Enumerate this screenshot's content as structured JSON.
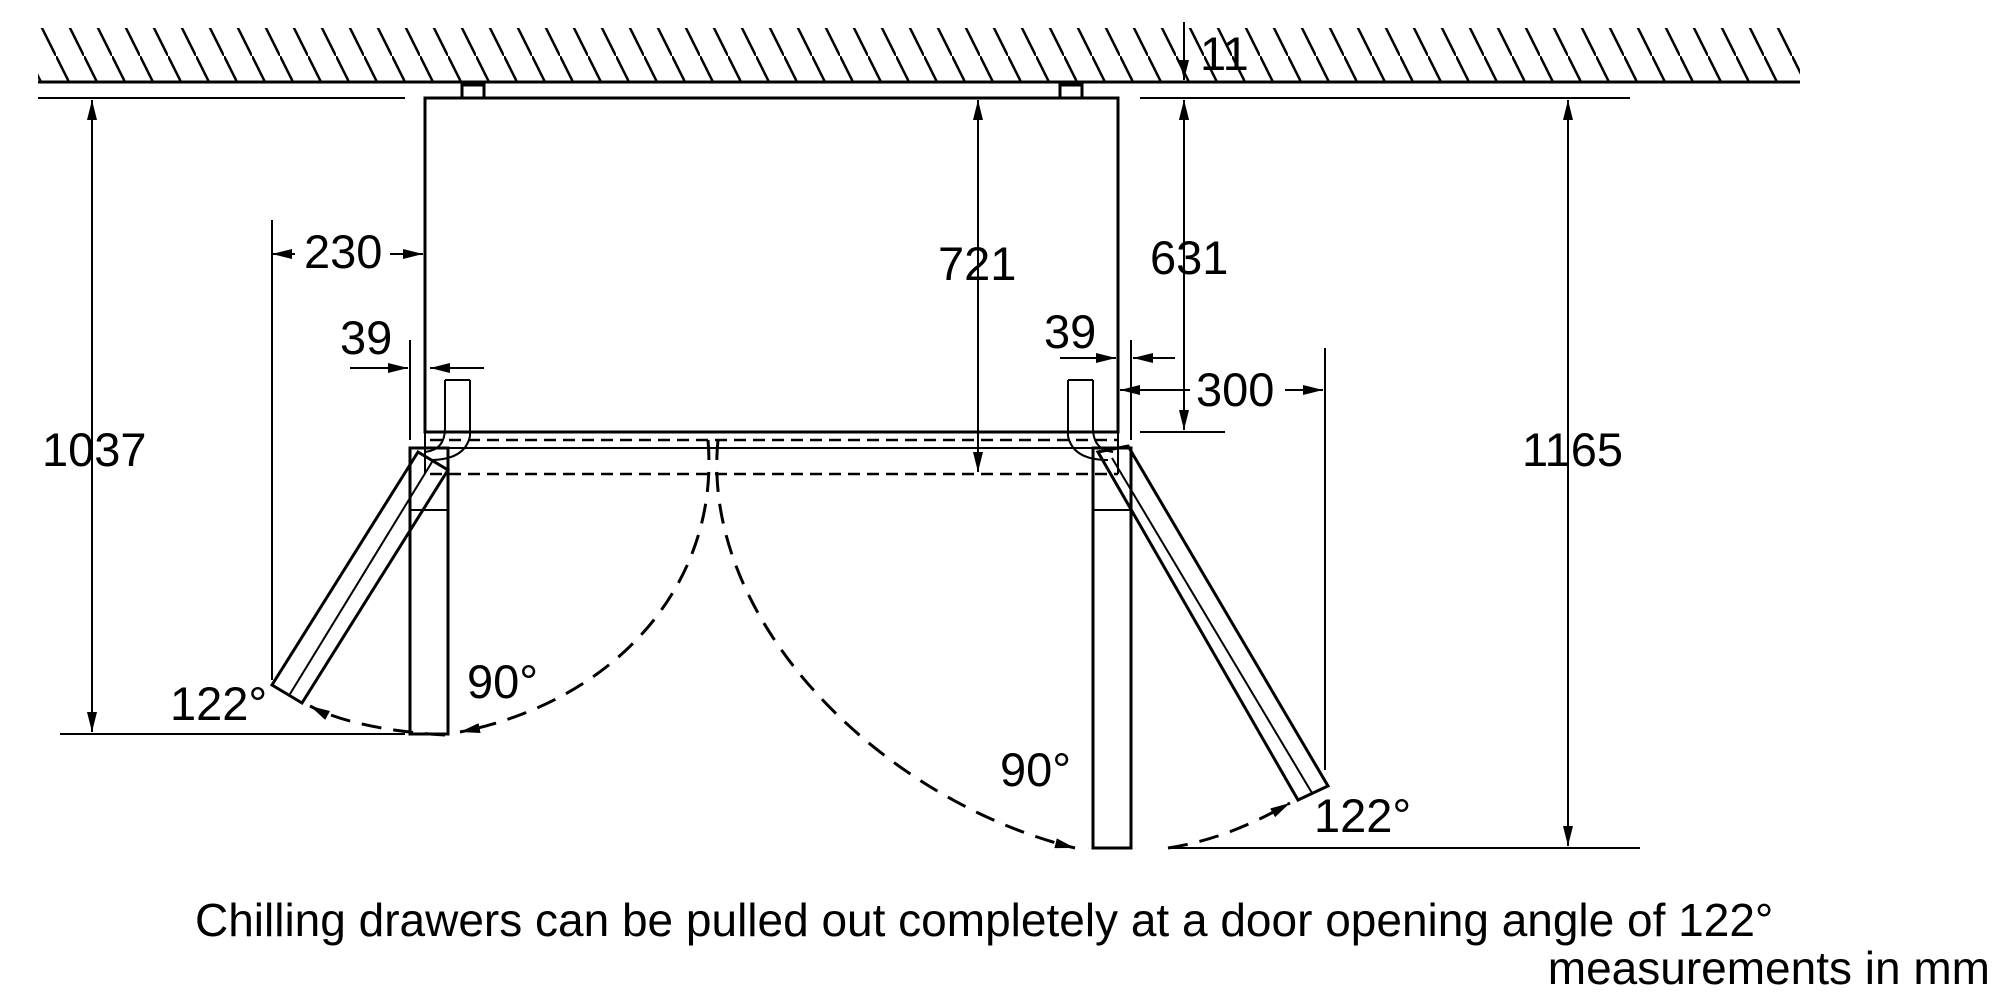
{
  "diagram": {
    "dimensions": {
      "wall_gap": "11",
      "left_height": "1037",
      "right_height": "1165",
      "cabinet_depth": "721",
      "side_depth": "631",
      "left_clearance": "230",
      "left_hinge_offset": "39",
      "right_hinge_offset": "39",
      "right_clearance": "300"
    },
    "angles": {
      "left_open_max": "122°",
      "left_open_90": "90°",
      "right_open_90": "90°",
      "right_open_max": "122°"
    },
    "caption": "Chilling drawers can be pulled out completely at a door opening angle of 122°",
    "units_note": "measurements in mm"
  }
}
